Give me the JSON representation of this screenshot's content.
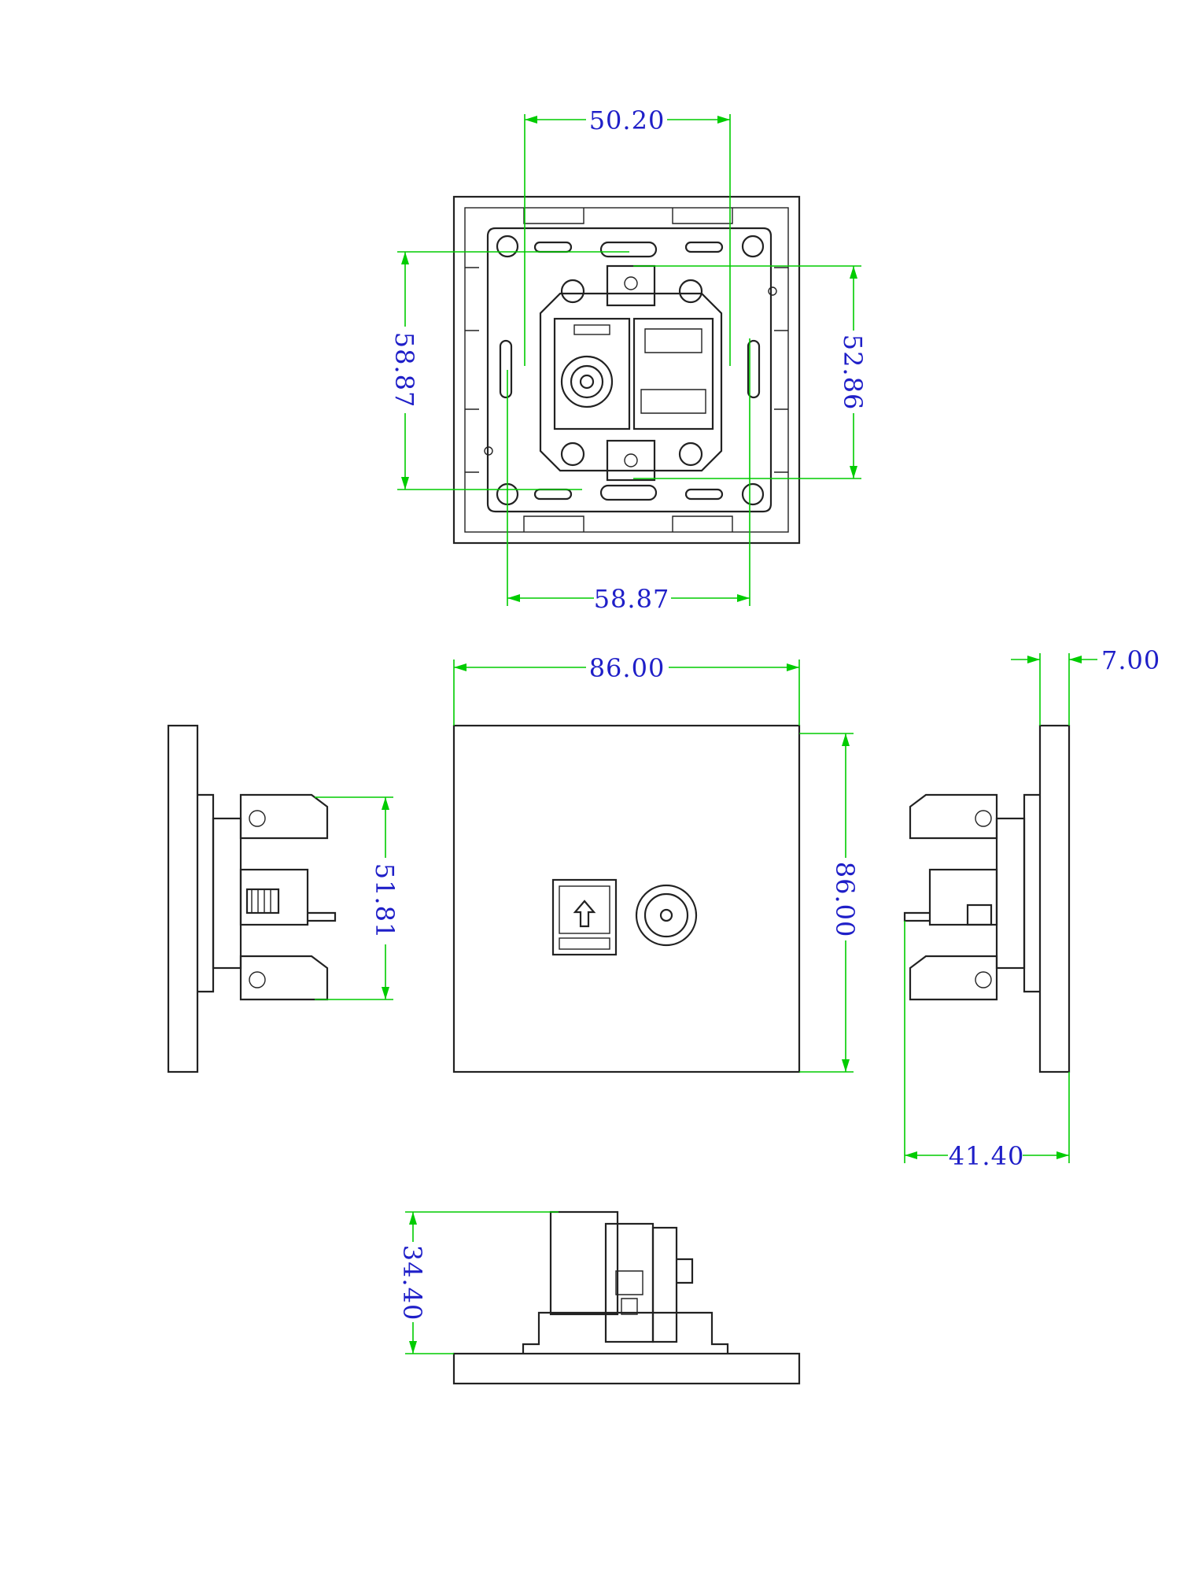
{
  "dimensions": {
    "top_width_mount": "50.20",
    "top_height_left": "58.87",
    "top_height_right": "52.86",
    "top_width_bottom": "58.87",
    "front_width": "86.00",
    "front_height": "86.00",
    "side_module_height": "51.81",
    "plate_thickness": "7.00",
    "side_depth": "41.40",
    "bottom_height": "34.40"
  },
  "colors": {
    "outline": "#222222",
    "dimension_line": "#00cc00",
    "dimension_text": "#1f1fc8"
  }
}
